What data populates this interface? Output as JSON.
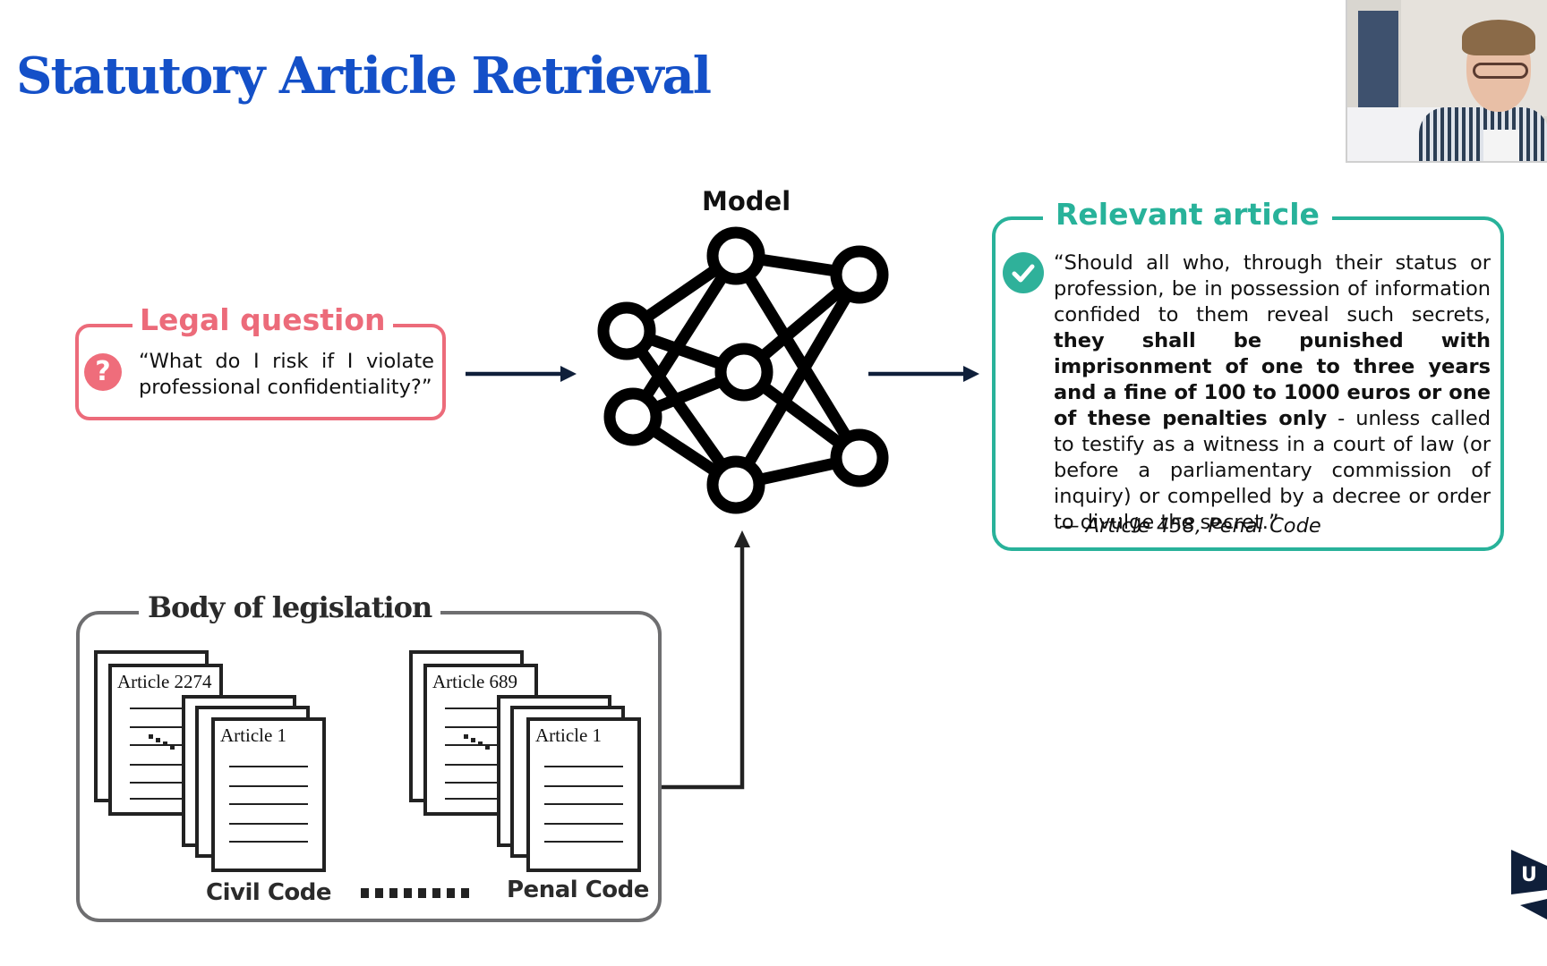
{
  "slide": {
    "title": "Statutory Article Retrieval"
  },
  "webcam": {
    "description": "presenter video feed"
  },
  "legal_question": {
    "title": "Legal question",
    "icon": "question-icon",
    "icon_glyph": "?",
    "text": "“What do I risk if I violate professional confidentiality?”",
    "color": "#ec6b7a"
  },
  "model": {
    "label": "Model",
    "icon": "neural-network-icon"
  },
  "relevant_article": {
    "title": "Relevant article",
    "icon": "check-icon",
    "color": "#28b29a",
    "text_parts": {
      "intro": "“Should all who, through their status or profession, be in possession of information confided to them reveal such secrets, ",
      "bold": "they shall be punished with imprisonment of one to three years and a fine of 100 to 1000 euros or one of these penalties only",
      "rest": " - unless called to testify as a witness in a court of law (or before a parliamentary commission of inquiry) or compelled by a decree or order to divulge the secret.”"
    },
    "citation": "— Article 458, Penal Code"
  },
  "body_of_legislation": {
    "title": "Body of legislation",
    "codes": [
      {
        "name": "Civil Code",
        "first_article": "Article 1",
        "last_article": "Article 2274"
      },
      {
        "name": "Penal Code",
        "first_article": "Article 1",
        "last_article": "Article 689"
      }
    ]
  },
  "colors": {
    "title_blue": "#1450c8",
    "arrow_navy": "#0f1f3a",
    "box_gray": "#6e6e70"
  },
  "logo": {
    "text": "U",
    "icon": "university-logo-icon"
  }
}
